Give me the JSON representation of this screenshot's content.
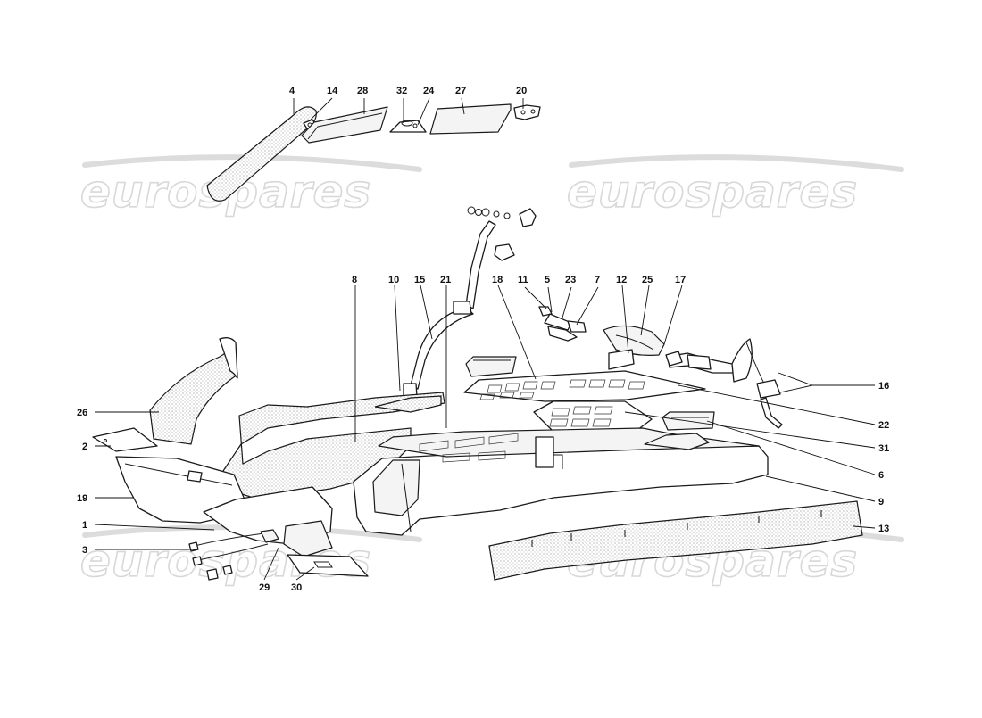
{
  "diagram": {
    "watermark_text": "eurospares",
    "callouts": {
      "c1": "1",
      "c2": "2",
      "c3": "3",
      "c4": "4",
      "c5": "5",
      "c6": "6",
      "c7": "7",
      "c8": "8",
      "c9": "9",
      "c10": "10",
      "c11": "11",
      "c12": "12",
      "c13": "13",
      "c14": "14",
      "c15": "15",
      "c16": "16",
      "c17": "17",
      "c18": "18",
      "c19": "19",
      "c20": "20",
      "c21": "21",
      "c22": "22",
      "c23": "23",
      "c24": "24",
      "c25": "25",
      "c26": "26",
      "c27": "27",
      "c28": "28",
      "c29": "29",
      "c30": "30",
      "c31": "31",
      "c32": "32"
    }
  },
  "colors": {
    "line": "#1a1a1a",
    "watermark": "#d8d8d8",
    "background": "#ffffff"
  }
}
